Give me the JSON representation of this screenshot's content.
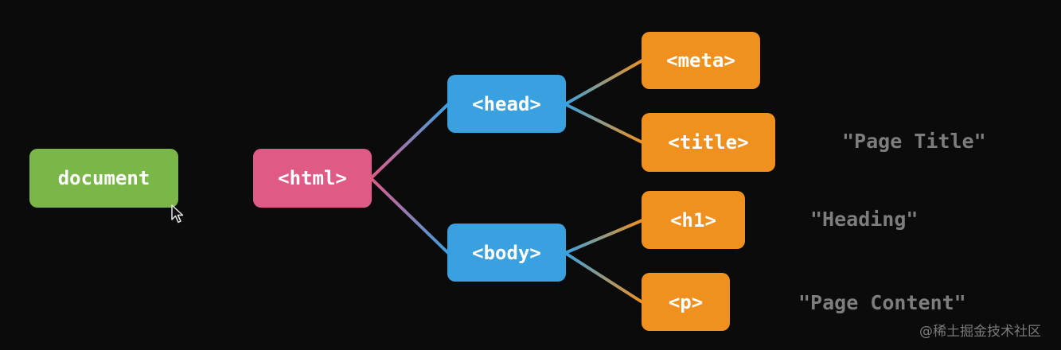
{
  "colors": {
    "background": "#0b0b0b",
    "document": "#7ab648",
    "html": "#e05a86",
    "head_body": "#3aa1e0",
    "leaf": "#f0901f",
    "text_node": "#7d7d7d"
  },
  "nodes": {
    "document": "document",
    "html": "<html>",
    "head": "<head>",
    "body": "<body>",
    "meta": "<meta>",
    "title": "<title>",
    "h1": "<h1>",
    "p": "<p>"
  },
  "text_nodes": {
    "title": "\"Page Title\"",
    "heading": "\"Heading\"",
    "content": "\"Page Content\""
  },
  "watermark": "@稀土掘金技术社区",
  "cursor_icon": "arrow-cursor-icon"
}
